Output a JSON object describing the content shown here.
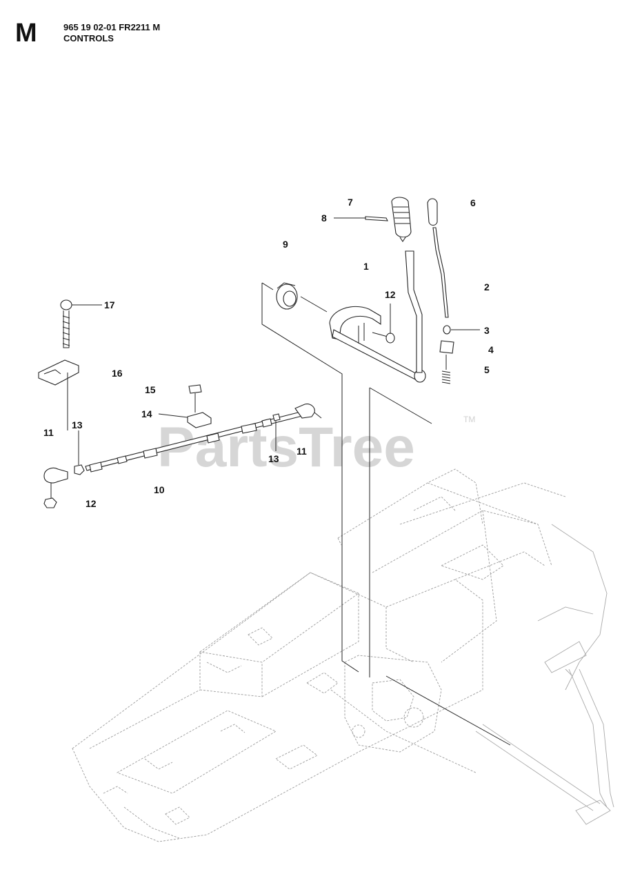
{
  "header": {
    "section_letter": "M",
    "model": "965 19 02-01 FR2211 M",
    "title": "CONTROLS"
  },
  "watermark": {
    "text": "PartsTree",
    "trademark": "TM"
  },
  "callouts": [
    "7",
    "6",
    "8",
    "9",
    "1",
    "2",
    "12",
    "3",
    "17",
    "4",
    "5",
    "16",
    "15",
    "14",
    "11",
    "13",
    "11",
    "13",
    "10",
    "12"
  ],
  "colors": {
    "line": "#222222",
    "ghost": "#9a9a9a",
    "watermark": "#d6d6d6"
  }
}
